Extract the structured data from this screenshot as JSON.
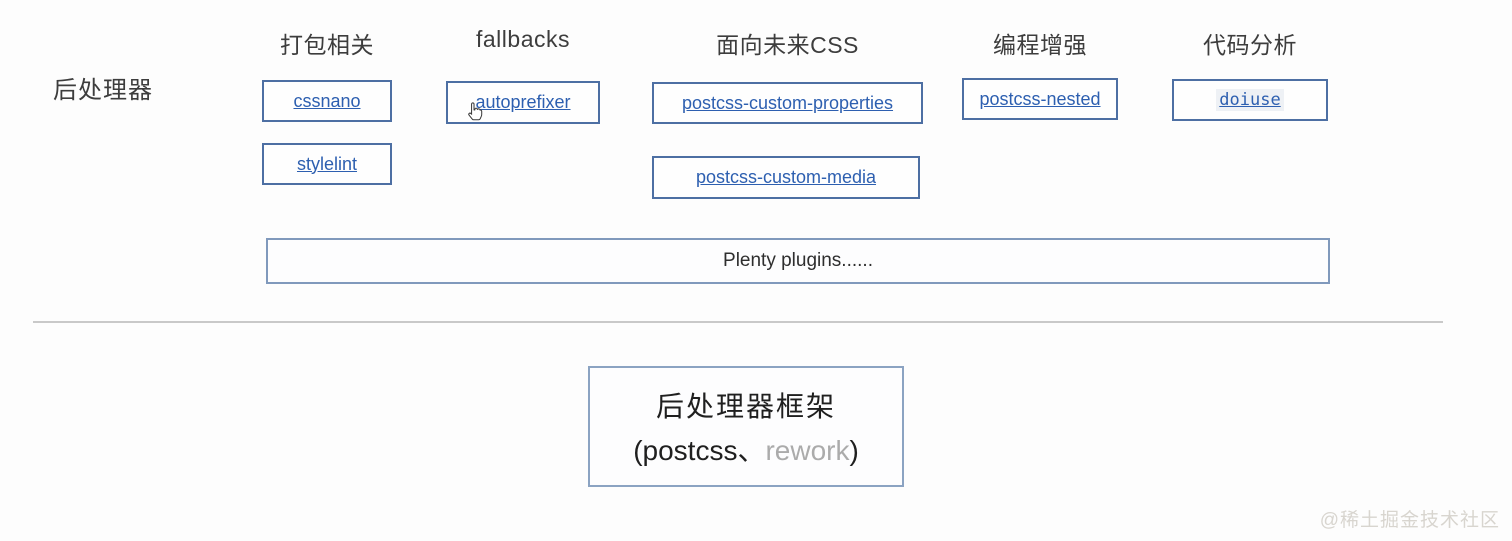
{
  "diagram": {
    "root_label": "后处理器",
    "columns": [
      {
        "heading": "打包相关",
        "items": [
          "cssnano",
          "stylelint"
        ]
      },
      {
        "heading": "fallbacks",
        "items": [
          "autoprefixer"
        ]
      },
      {
        "heading": "面向未来CSS",
        "items": [
          "postcss-custom-properties",
          "postcss-custom-media"
        ]
      },
      {
        "heading": "编程增强",
        "items": [
          "postcss-nested"
        ]
      },
      {
        "heading": "代码分析",
        "items": [
          "doiuse"
        ]
      }
    ],
    "plenty_label": "Plenty plugins......",
    "framework": {
      "title": "后处理器框架",
      "subtitle_prefix": "(postcss、",
      "subtitle_accent": "rework",
      "subtitle_suffix": ")"
    }
  },
  "watermark": "@稀土掘金技术社区",
  "colors": {
    "link-blue": "#2d5fb0",
    "box-border": "#4d6fa3",
    "wide-box-border": "#8099bc",
    "heading-text": "#3d3d3d",
    "body-text": "#2e2e2e",
    "muted-text": "#ababab",
    "divider": "#c9c9c9",
    "watermark-text": "#d8d5cf",
    "background": "#fdfdfd"
  }
}
